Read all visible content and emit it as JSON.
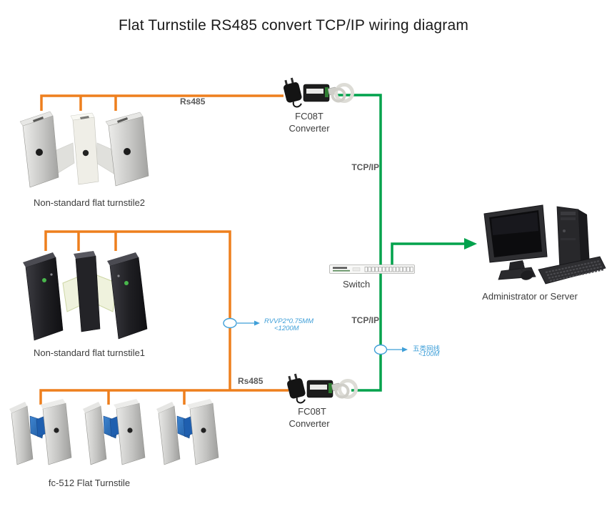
{
  "title": "Flat Turnstile RS485 convert TCP/IP wiring diagram",
  "wires": {
    "rs485_top_label": "Rs485",
    "rs485_bottom_label": "Rs485",
    "tcpip_top_label": "TCP/IP",
    "tcpip_bottom_label": "TCP/IP"
  },
  "devices": {
    "turnstile2": {
      "caption": "Non-standard flat turnstile2"
    },
    "turnstile1": {
      "caption": "Non-standard flat turnstile1"
    },
    "fc512": {
      "caption": "fc-512 Flat Turnstile"
    },
    "converter_top": {
      "model": "FC08T",
      "type_label": "Converter"
    },
    "converter_bottom": {
      "model": "FC08T",
      "type_label": "Converter"
    },
    "switch": {
      "caption": "Switch"
    },
    "server": {
      "caption": "Administrator or Server"
    }
  },
  "annotations": {
    "rs485_cable": {
      "spec": "RVVP2*0.75MM",
      "max_length": "<1200M"
    },
    "cat5_cable": {
      "name": "五类网线",
      "max_length": "<100M"
    }
  },
  "colors": {
    "rs485_wire": "#ee7f1d",
    "tcpip_wire": "#00a24c",
    "annotation_blue": "#3f9fd8"
  }
}
